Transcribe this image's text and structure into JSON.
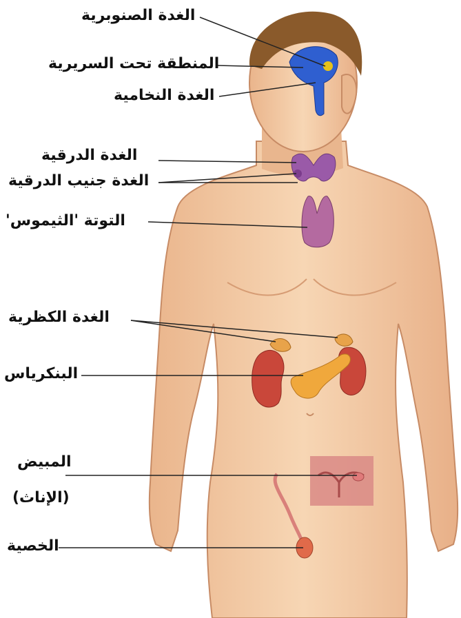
{
  "colors": {
    "background": "#ffffff",
    "skin": "#f3c9a0",
    "skin_shadow": "#d9a078",
    "hair": "#8a5a2b",
    "brain_gland": "#2f5fd0",
    "thyroid": "#9a5aa8",
    "kidney": "#c9473a",
    "adrenal": "#e8a34a",
    "pancreas": "#f0a83c",
    "ovary": "#e07a7a",
    "testis": "#e06a4a",
    "leader_line": "#222222"
  },
  "labels": {
    "pineal": "الغدة الصنوبرية",
    "hypothalamus": "المنطقة تحت السريرية",
    "pituitary": "الغدة النخامية",
    "thyroid": "الغدة الدرقية",
    "parathyroid": "الغدة جنيب الدرقية",
    "thymus": "التوتة 'الثيموس'",
    "adrenal": "الغدة الكظرية",
    "pancreas": "البنكرياس",
    "ovary": "المبيض",
    "ovary_note": "(الإناث)",
    "testis": "الخصية"
  }
}
